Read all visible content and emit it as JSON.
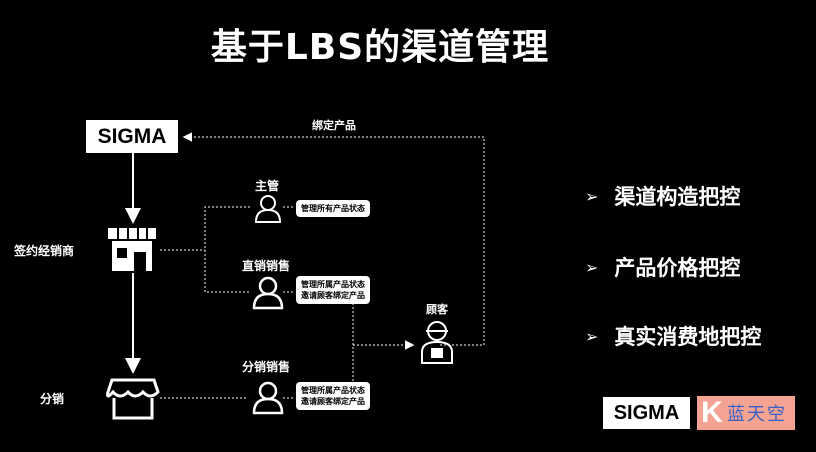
{
  "title": "基于LBS的渠道管理",
  "brand_logo": "SIGMA",
  "diagram": {
    "nodes": {
      "dealer": "签约经销商",
      "subdist": "分销",
      "supervisor": "主管",
      "direct_sales": "直销销售",
      "dist_sales": "分销销售",
      "customer": "顾客"
    },
    "edge_bind_product": "绑定产品",
    "notes": {
      "supervisor": [
        "管理所有产品状态"
      ],
      "direct_sales": [
        "管理所属产品状态",
        "邀请顾客绑定产品"
      ],
      "dist_sales": [
        "管理所属产品状态",
        "邀请顾客绑定产品"
      ]
    }
  },
  "bullets": [
    "渠道构造把控",
    "产品价格把控",
    "真实消费地把控"
  ],
  "footer": {
    "logo": "SIGMA",
    "partner_letter": "K",
    "partner_text": "蓝天空"
  },
  "colors": {
    "background": "#000000",
    "foreground": "#ffffff",
    "partner_bg": "#f4a393",
    "partner_text": "#3a62c4"
  },
  "icons": [
    "store-icon",
    "user-icon",
    "customer-icon",
    "chevron-right-icon"
  ]
}
